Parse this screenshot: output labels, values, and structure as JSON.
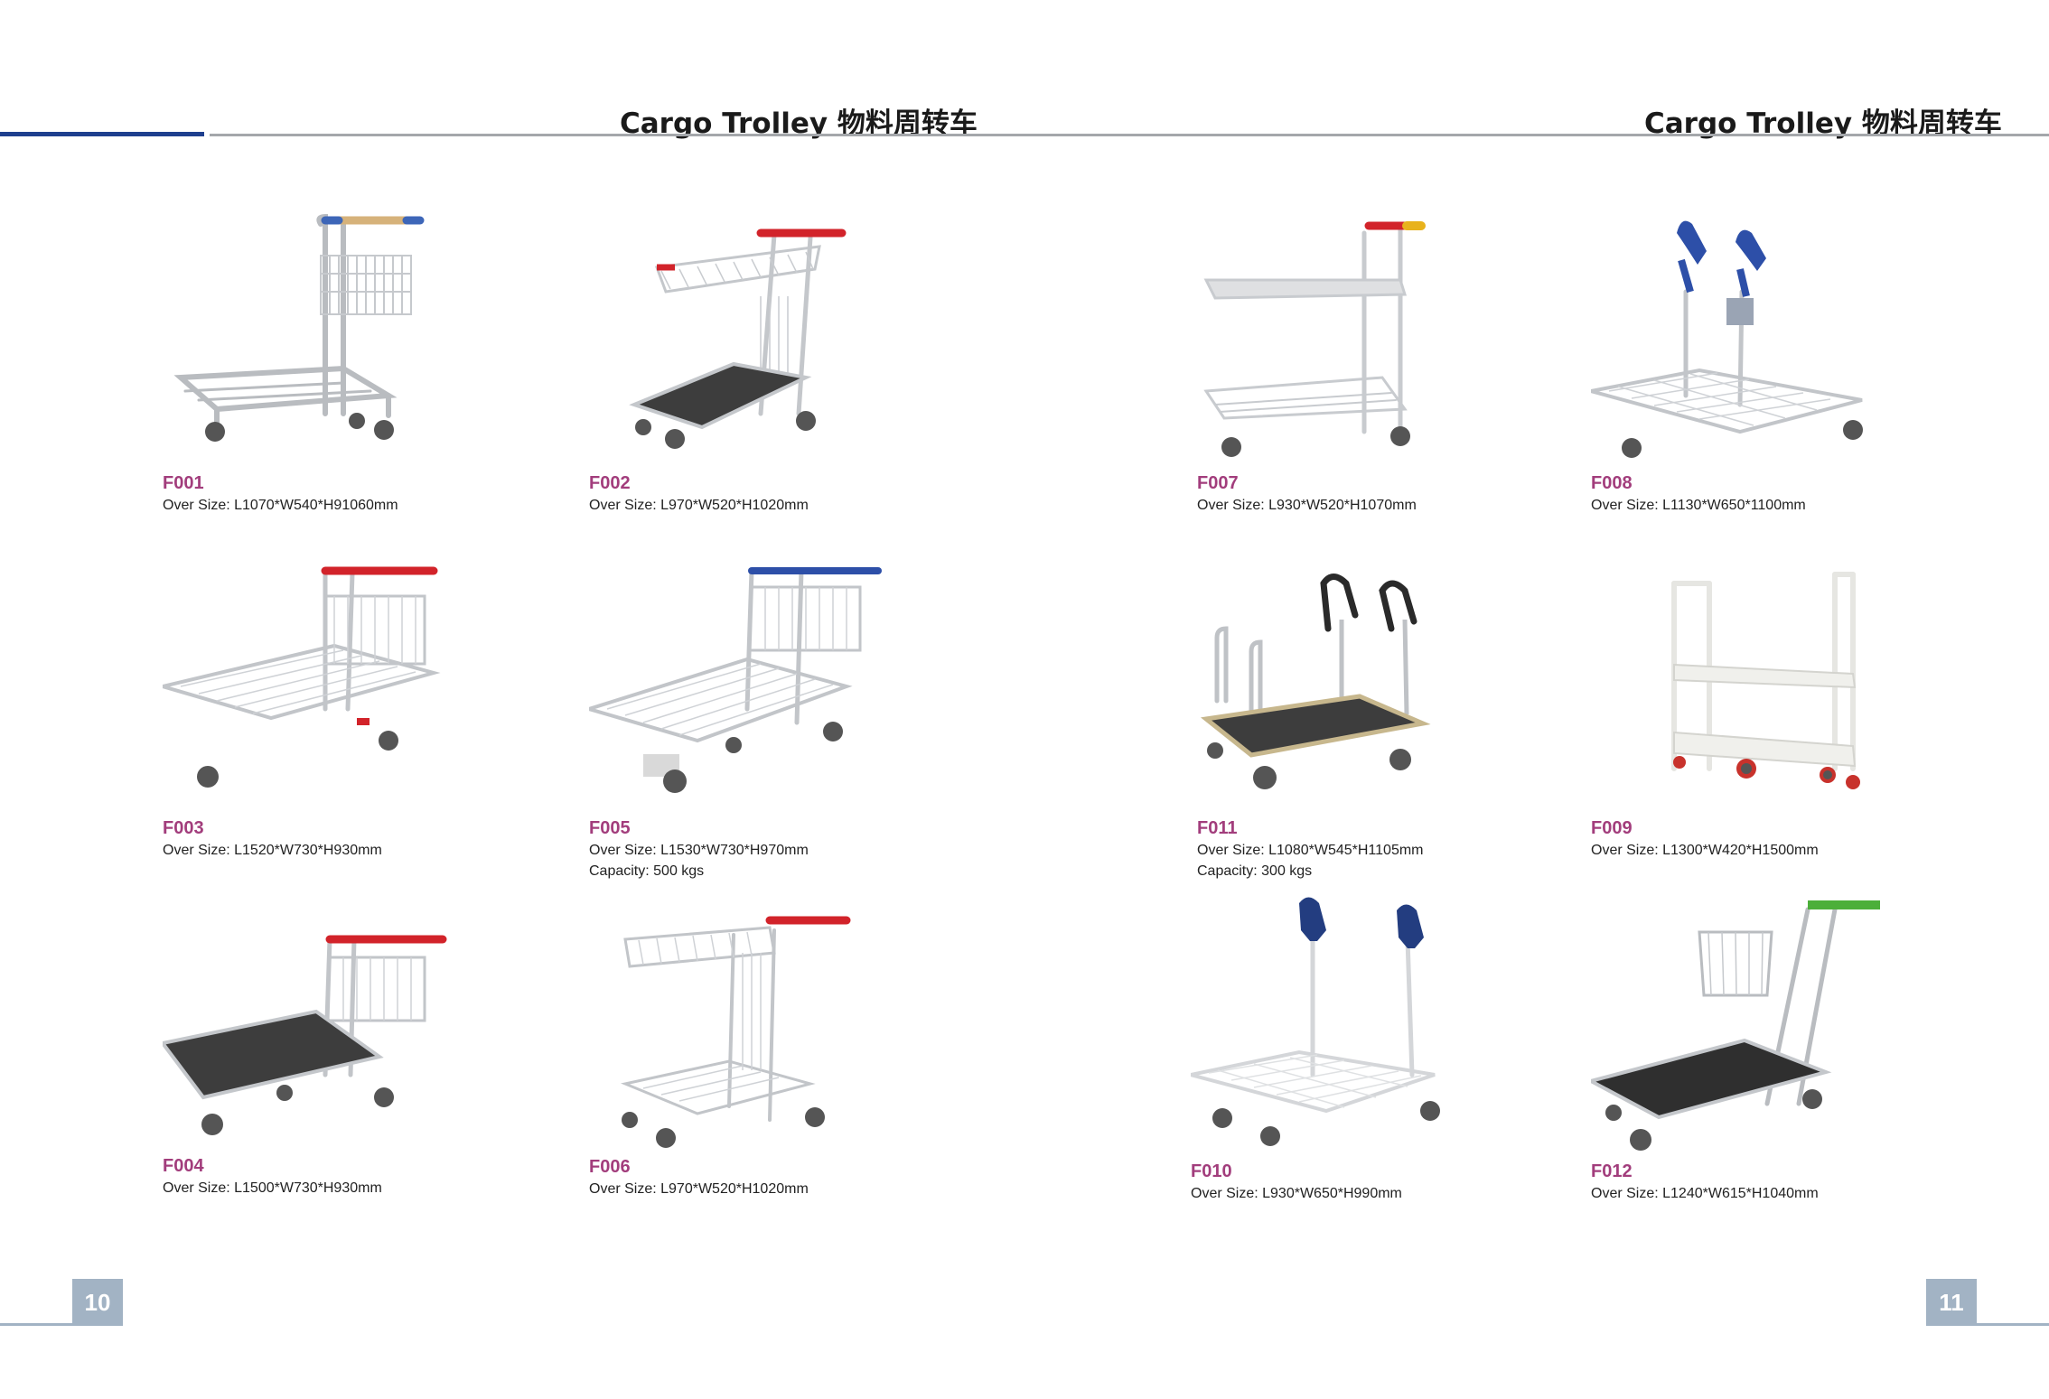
{
  "header": {
    "title_left": "Cargo Trolley  物料周转车",
    "title_right": "Cargo Trolley  物料周转车"
  },
  "left_page": {
    "page_number": "10",
    "products": [
      {
        "code": "F001",
        "size": "Over Size: L1070*W540*H91060mm",
        "capacity": ""
      },
      {
        "code": "F002",
        "size": "Over Size: L970*W520*H1020mm",
        "capacity": ""
      },
      {
        "code": "F003",
        "size": "Over Size: L1520*W730*H930mm",
        "capacity": ""
      },
      {
        "code": "F005",
        "size": "Over Size: L1530*W730*H970mm",
        "capacity": "Capacity: 500 kgs"
      },
      {
        "code": "F004",
        "size": "Over Size: L1500*W730*H930mm",
        "capacity": ""
      },
      {
        "code": "F006",
        "size": "Over Size: L970*W520*H1020mm",
        "capacity": ""
      }
    ]
  },
  "right_page": {
    "page_number": "11",
    "products": [
      {
        "code": "F007",
        "size": "Over Size: L930*W520*H1070mm",
        "capacity": ""
      },
      {
        "code": "F008",
        "size": "Over Size: L1130*W650*1100mm",
        "capacity": ""
      },
      {
        "code": "F011",
        "size": "Over Size: L1080*W545*H1105mm",
        "capacity": "Capacity: 300 kgs"
      },
      {
        "code": "F009",
        "size": "Over Size: L1300*W420*H1500mm",
        "capacity": ""
      },
      {
        "code": "F010",
        "size": "Over Size: L930*W650*H990mm",
        "capacity": ""
      },
      {
        "code": "F012",
        "size": "Over Size: L1240*W615*H1040mm",
        "capacity": ""
      }
    ]
  },
  "colors": {
    "accent_blue": "#1e3f8e",
    "rule_grey": "#a4a7ab",
    "code_color": "#a23d7c",
    "page_badge": "#a2b3c4",
    "handle_red": "#d2232a",
    "handle_blue": "#2d4fa8",
    "handle_green": "#4caf3a",
    "handle_yellow": "#e8b21c",
    "frame_silver": "#c8cbcf",
    "deck_dark": "#3d3d3d",
    "frame_white": "#eeeeea"
  }
}
